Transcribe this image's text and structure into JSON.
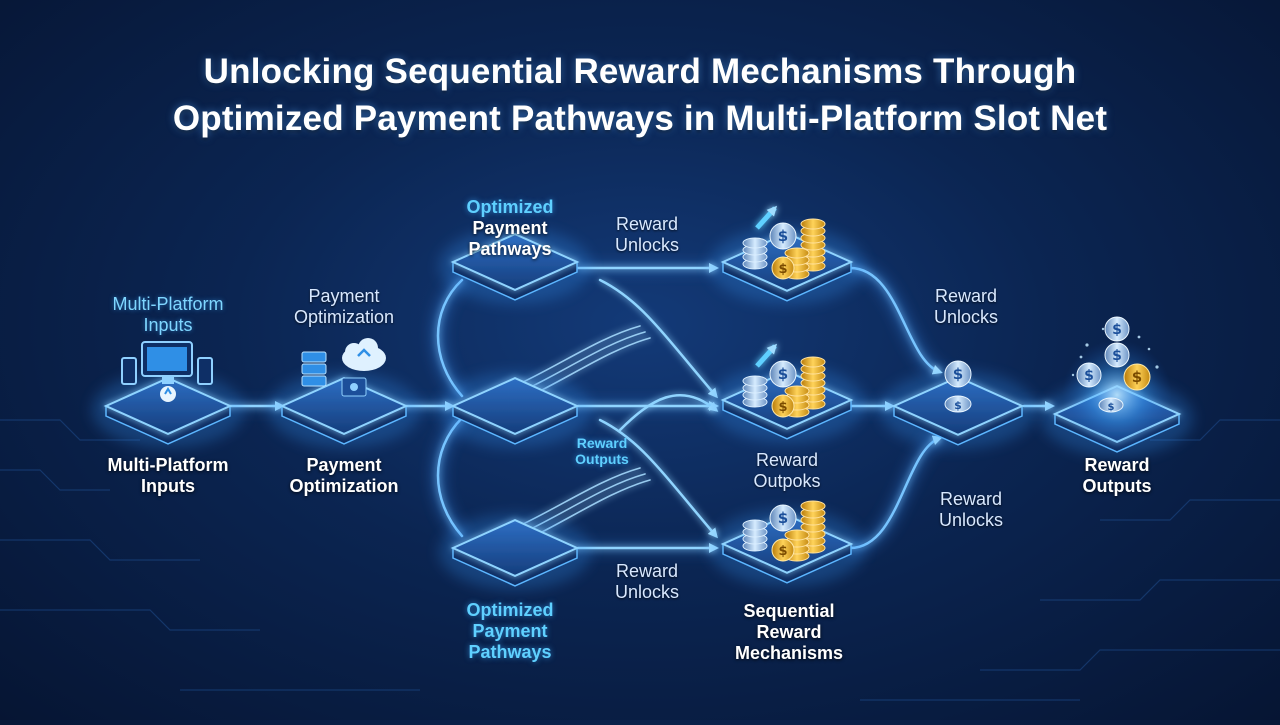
{
  "title": {
    "line1": "Unlocking Sequential Reward Mechanisms Through",
    "line2": "Optimized Payment Pathways in Multi-Platform Slot Net"
  },
  "nodes": {
    "inputs": {
      "top": "Multi-Platform",
      "top2": "Inputs",
      "bottom": "Multi-Platform",
      "bottom2": "Inputs"
    },
    "payment": {
      "top": "Payment",
      "top2": "Optimization",
      "bottom": "Payment",
      "bottom2": "Optimization"
    },
    "pathways_top": {
      "line1": "Optimized",
      "line2": "Payment",
      "line3": "Pathways"
    },
    "pathways_bottom": {
      "line1": "Optimized",
      "line2": "Payment",
      "line3": "Pathways"
    },
    "reward_outputs": {
      "line1": "Reward",
      "line2": "Outputs"
    },
    "mechanisms": {
      "line1": "Sequential",
      "line2": "Reward",
      "line3": "Mechanisms"
    }
  },
  "edge_labels": {
    "top_unlocks": {
      "line1": "Reward",
      "line2": "Unlocks"
    },
    "bottom_unlocks": {
      "line1": "Reward",
      "line2": "Unlocks"
    },
    "right_top_unlocks": {
      "line1": "Reward",
      "line2": "Unlocks"
    },
    "right_bottom_unlocks": {
      "line1": "Reward",
      "line2": "Unlocks"
    },
    "mid_outputs": {
      "line1": "Reward",
      "line2": "Outputs"
    },
    "mid_outpoks": {
      "line1": "Reward",
      "line2": "Outpoks"
    }
  },
  "icons": {
    "inputs": "devices-icon",
    "payment": "server-cloud-icon",
    "coins": "coin-stack-icon",
    "merge": "coin-merge-icon",
    "outputs": "coin-burst-icon"
  },
  "colors": {
    "background": "#0b2552",
    "glow": "#4fb4ff",
    "node": "#1c4f9a",
    "coin_gold": "#f2b21c",
    "coin_silver": "#9fc3ea",
    "text_cyan": "#5fd0ff"
  }
}
